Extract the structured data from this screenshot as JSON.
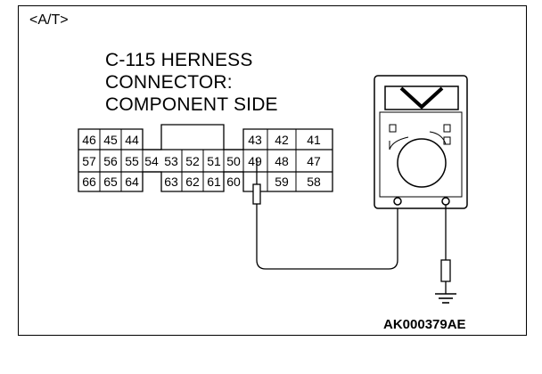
{
  "tag": "<A/T>",
  "title_lines": [
    "C-115 HERNESS",
    "CONNECTOR:",
    "COMPONENT SIDE"
  ],
  "figure_code": "AK000379AE",
  "connector": {
    "rows": [
      [
        "46",
        "45",
        "44",
        "43",
        "42",
        "41"
      ],
      [
        "57",
        "56",
        "55",
        "54",
        "53",
        "52",
        "51",
        "50",
        "49",
        "48",
        "47"
      ],
      [
        "66",
        "65",
        "64",
        "63",
        "62",
        "61",
        "60",
        "59",
        "58"
      ]
    ]
  }
}
